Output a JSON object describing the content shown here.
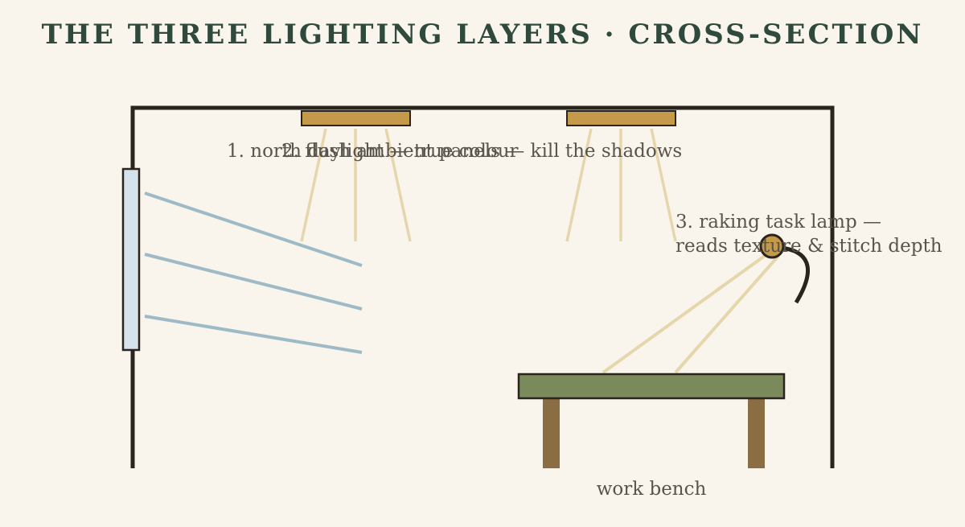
{
  "title": "THE THREE LIGHTING LAYERS · CROSS-SECTION",
  "labels": {
    "north_daylight": "1. north daylight — true colour",
    "ambient_panels": "2. flush ambient panels — kill the shadows",
    "task_lamp_line1": "3. raking task lamp —",
    "task_lamp_line2": "reads texture & stitch depth",
    "work_bench": "work bench"
  },
  "colors": {
    "title": "#2f4a3c",
    "walls": "#2a241f",
    "panel": "#c49a4a",
    "ambient_beam": "#e5d6ab",
    "window_fill": "#d5e4ec",
    "daylight_beam": "#9fbac7",
    "bench_top": "#7a8a5a",
    "bench_legs": "#8a6d42",
    "label_text": "#5a544b",
    "background": "#f9f5ed"
  }
}
